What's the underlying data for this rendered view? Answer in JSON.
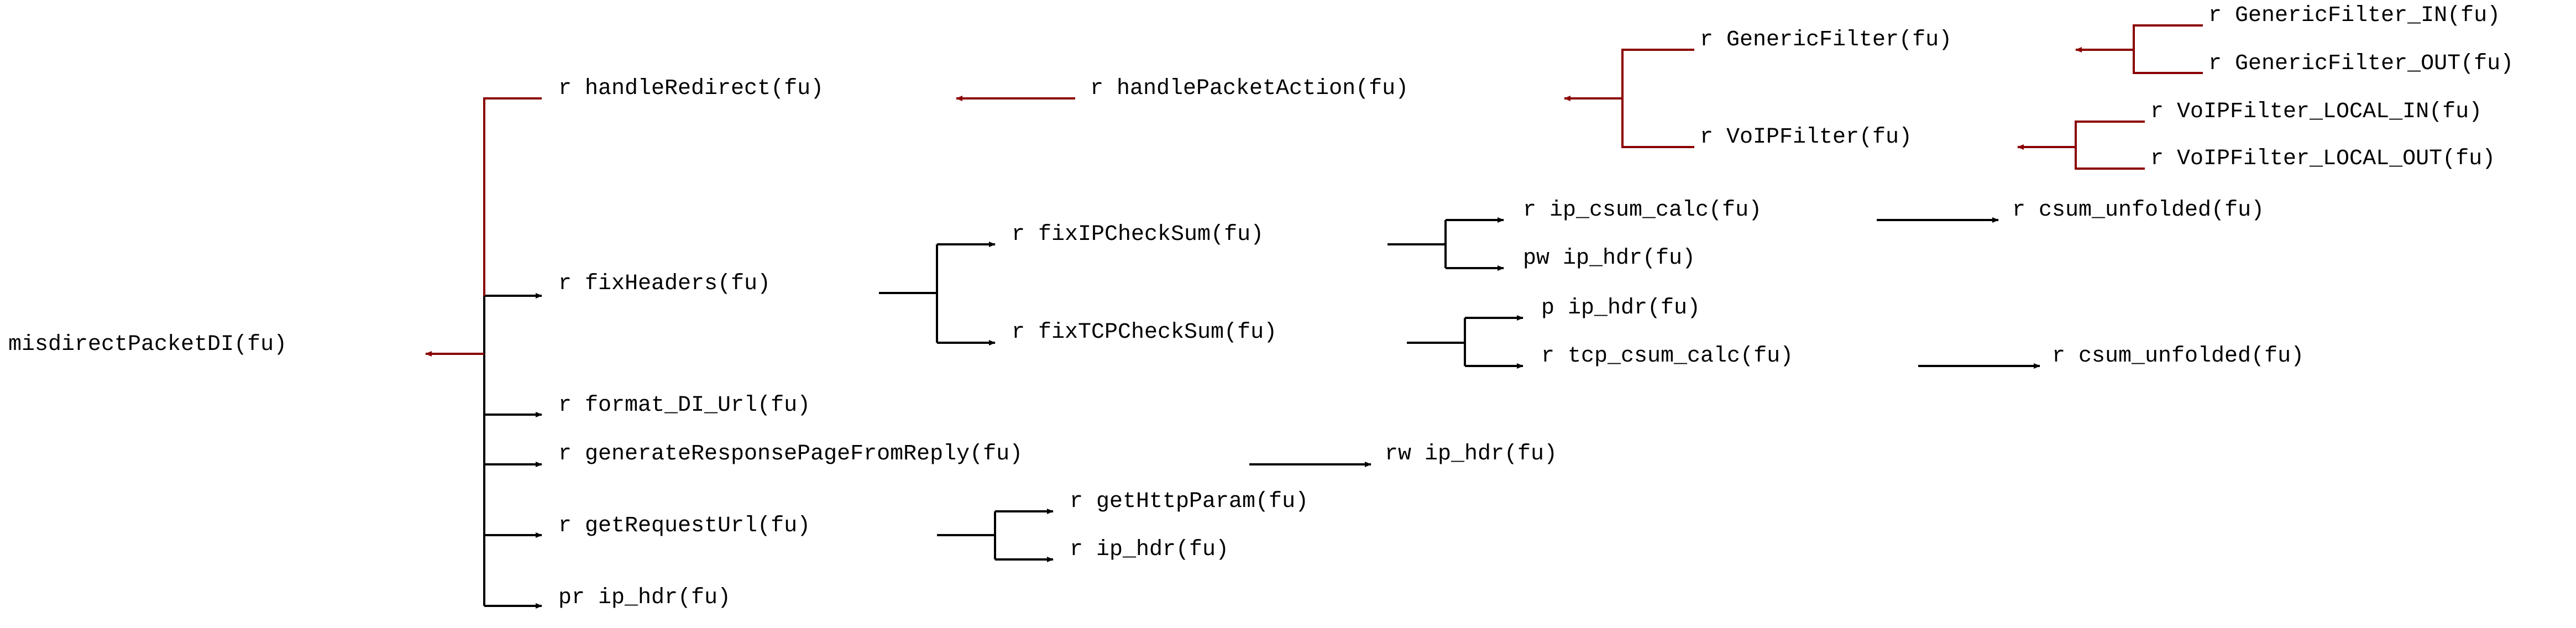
{
  "colors": {
    "black_edge": "#000000",
    "red_edge": "#8b0000"
  },
  "nodes": {
    "root": "misdirectPacketDI(fu)",
    "handleRedirect": "r handleRedirect(fu)",
    "handlePacketAction": "r handlePacketAction(fu)",
    "genericFilter": "r GenericFilter(fu)",
    "genericFilterIn": "r GenericFilter_IN(fu)",
    "genericFilterOut": "r GenericFilter_OUT(fu)",
    "voipFilter": "r VoIPFilter(fu)",
    "voipFilterLocalIn": "r VoIPFilter_LOCAL_IN(fu)",
    "voipFilterLocalOut": "r VoIPFilter_LOCAL_OUT(fu)",
    "fixHeaders": "r fixHeaders(fu)",
    "fixIPCheckSum": "r fixIPCheckSum(fu)",
    "ipCsumCalc": "r ip_csum_calc(fu)",
    "csumUnfolded1": "r csum_unfolded(fu)",
    "pwIpHdr": "pw ip_hdr(fu)",
    "fixTCPCheckSum": "r fixTCPCheckSum(fu)",
    "pIpHdr": "p ip_hdr(fu)",
    "tcpCsumCalc": "r tcp_csum_calc(fu)",
    "csumUnfolded2": "r csum_unfolded(fu)",
    "formatDIUrl": "r format_DI_Url(fu)",
    "generateResponsePage": "r generateResponsePageFromReply(fu)",
    "rwIpHdr": "rw ip_hdr(fu)",
    "getRequestUrl": "r getRequestUrl(fu)",
    "getHttpParam": "r getHttpParam(fu)",
    "rIpHdr": "r ip_hdr(fu)",
    "prIpHdr": "pr ip_hdr(fu)"
  }
}
